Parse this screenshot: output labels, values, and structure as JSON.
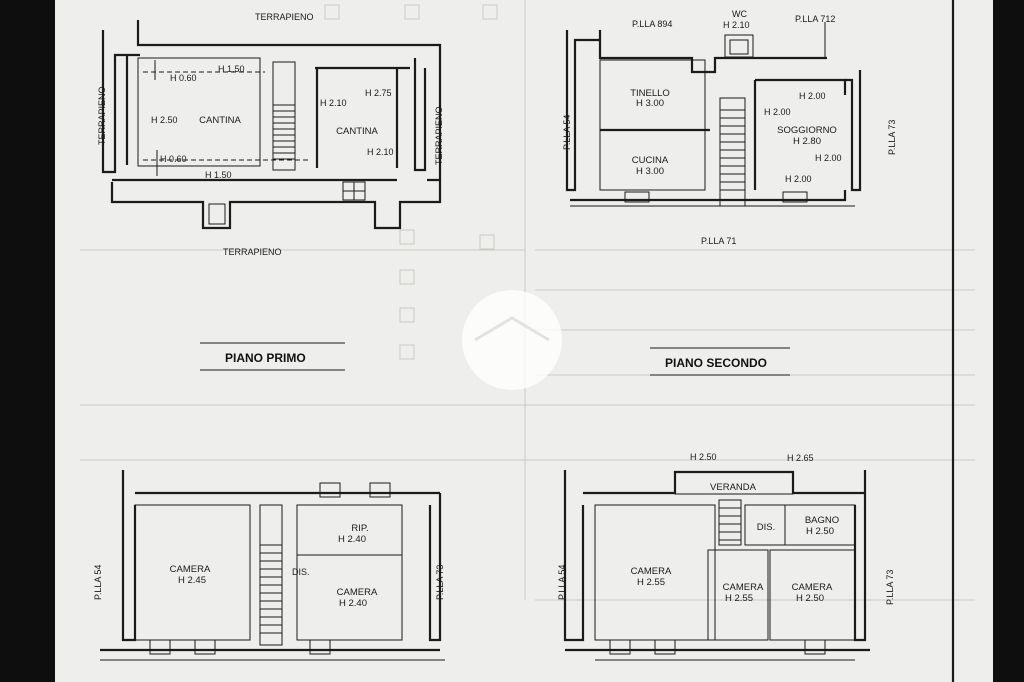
{
  "watermark": {
    "icon": "house-roof-icon"
  },
  "plan_top_left": {
    "labels": {
      "terrapieno_top": "TERRAPIENO",
      "terrapieno_left": "TERRAPIENO",
      "terrapieno_right": "TERRAPIENO",
      "terrapieno_bottom": "TERRAPIENO",
      "h060_top": "H 0.60",
      "h150_top": "H 1.50",
      "h250": "H 2.50",
      "cantina_left": "CANTINA",
      "h060_bottom": "H 0.60",
      "h150_bottom": "H 1.50",
      "h210_a": "H 2.10",
      "h275": "H 2.75",
      "cantina_right": "CANTINA",
      "h210_b": "H 2.10"
    }
  },
  "plan_top_right": {
    "labels": {
      "plla894": "P.LLA 894",
      "wc": "WC",
      "wc_h": "H 2.10",
      "plla712": "P.LLA 712",
      "tinello": "TINELLO",
      "tinello_h": "H 3.00",
      "h200_a": "H 2.00",
      "h200_b": "H 2.00",
      "soggiorno": "SOGGIORNO",
      "soggiorno_h": "H 2.80",
      "cucina": "CUCINA",
      "cucina_h": "H 3.00",
      "h200_c": "H 2.00",
      "h200_d": "H 2.00",
      "plla54": "P.LLA 54",
      "plla73": "P.LLA 73",
      "plla71": "P.LLA 71"
    }
  },
  "titles": {
    "piano_primo": "PIANO PRIMO",
    "piano_secondo": "PIANO SECONDO"
  },
  "plan_bottom_left": {
    "labels": {
      "rip": "RIP.",
      "rip_h": "H 2.40",
      "dis": "DIS.",
      "camera_left": "CAMERA",
      "camera_left_h": "H 2.45",
      "camera_right": "CAMERA",
      "camera_right_h": "H 2.40",
      "plla54": "P.LLA 54",
      "plla73": "P.LLA 73"
    }
  },
  "plan_bottom_right": {
    "labels": {
      "h250_top": "H 2.50",
      "h265": "H 2.65",
      "veranda": "VERANDA",
      "dis": "DIS.",
      "bagno": "BAGNO",
      "bagno_h": "H 2.50",
      "camera_a": "CAMERA",
      "camera_a_h": "H 2.55",
      "camera_b": "CAMERA",
      "camera_b_h": "H 2.55",
      "camera_c": "CAMERA",
      "camera_c_h": "H 2.50",
      "plla54": "P.LLA 54",
      "plla73": "P.LLA 73"
    }
  }
}
